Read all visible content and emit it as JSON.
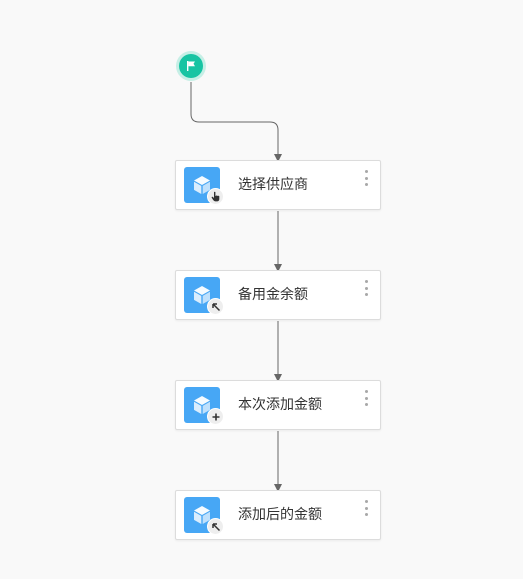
{
  "workflow": {
    "start": {
      "icon": "flag-icon",
      "color": "#18c4a3"
    },
    "steps": [
      {
        "label": "选择供应商",
        "icon": "cube-icon",
        "badge": "hand-pointer-icon"
      },
      {
        "label": "备用金余额",
        "icon": "cube-icon",
        "badge": "arrow-up-left-icon"
      },
      {
        "label": "本次添加金额",
        "icon": "cube-icon",
        "badge": "plus-icon"
      },
      {
        "label": "添加后的金额",
        "icon": "cube-icon",
        "badge": "arrow-up-left-icon"
      }
    ],
    "colors": {
      "step_icon_bg": "#47a7f5",
      "connector": "#666666"
    }
  }
}
